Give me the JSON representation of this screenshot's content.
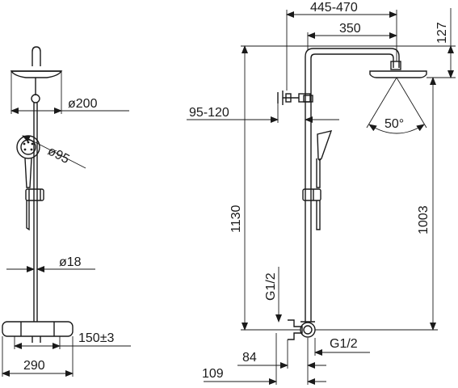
{
  "front_view": {
    "diameter_head": "ø200",
    "diameter_hand": "ø95",
    "diameter_rail": "ø18",
    "offset_valve": "150±3",
    "width_valve": "290"
  },
  "side_view": {
    "arm_reach": "445-470",
    "arm_length": "350",
    "head_height": "127",
    "wall_distance": "95-120",
    "spray_angle": "50°",
    "total_height": "1130",
    "head_to_inlet": "1003",
    "inlet_thread_left": "G1/2",
    "inlet_thread_right": "G1/2",
    "depth_valve": "84",
    "depth_total": "109"
  }
}
